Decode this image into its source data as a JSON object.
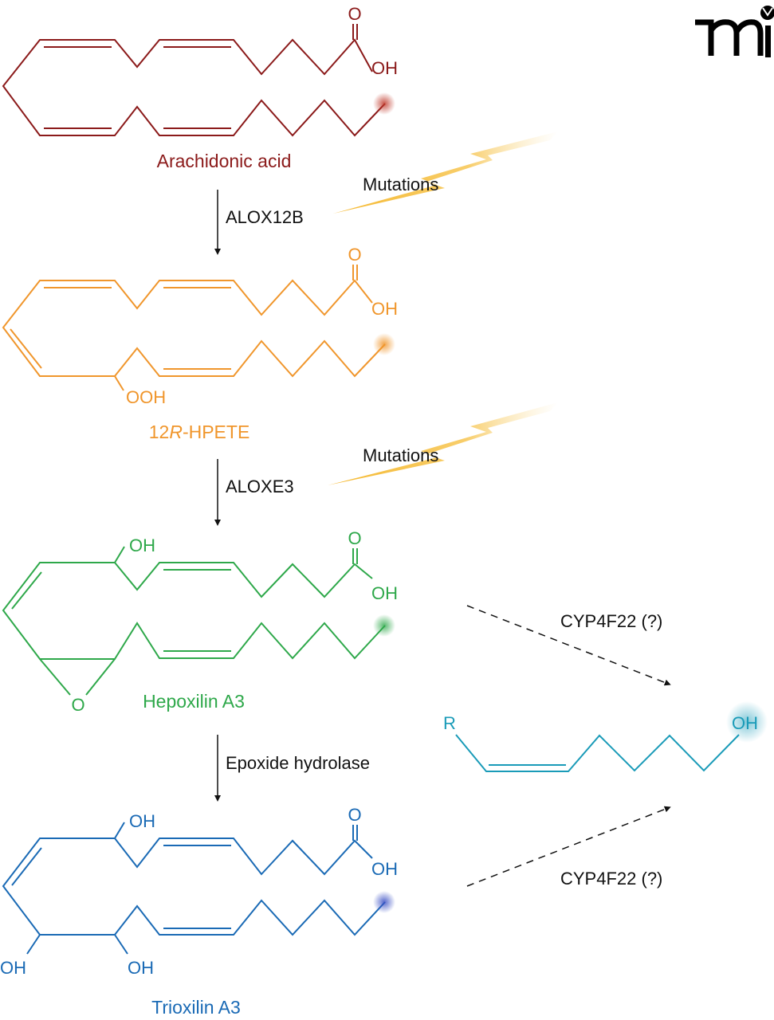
{
  "logo": {
    "text": "mi"
  },
  "colors": {
    "arachidonic": "#8b1a1a",
    "hpete": "#f0962c",
    "hepoxilin": "#2ea84a",
    "trioxilin": "#1a6ab5",
    "product": "#1a9bb8",
    "lightning": "#f7c548",
    "arrow": "#111111"
  },
  "molecules": {
    "arachidonic_acid": {
      "name": "Arachidonic acid",
      "o_label": "O",
      "oh_label": "OH"
    },
    "hpete": {
      "name_prefix": "12",
      "name_italic": "R",
      "name_suffix": "-HPETE",
      "o_label": "O",
      "oh_label": "OH",
      "ooh_label": "OOH"
    },
    "hepoxilin": {
      "name": "Hepoxilin A3",
      "o_label": "O",
      "oh_label": "OH",
      "oh2_label": "OH",
      "epoxide_o_label": "O"
    },
    "trioxilin": {
      "name": "Trioxilin A3",
      "o_label": "O",
      "oh_label": "OH",
      "oh2_label": "OH",
      "oh3_label": "OH",
      "oh4_label": "OH"
    },
    "product": {
      "r_label": "R",
      "oh_label": "OH"
    }
  },
  "steps": {
    "step1": {
      "enzyme": "ALOX12B",
      "mutation_label": "Mutations"
    },
    "step2": {
      "enzyme": "ALOXE3",
      "mutation_label": "Mutations"
    },
    "step3": {
      "enzyme": "Epoxide hydrolase"
    },
    "cyp_top": {
      "enzyme": "CYP4F22 (?)"
    },
    "cyp_bottom": {
      "enzyme": "CYP4F22 (?)"
    }
  }
}
